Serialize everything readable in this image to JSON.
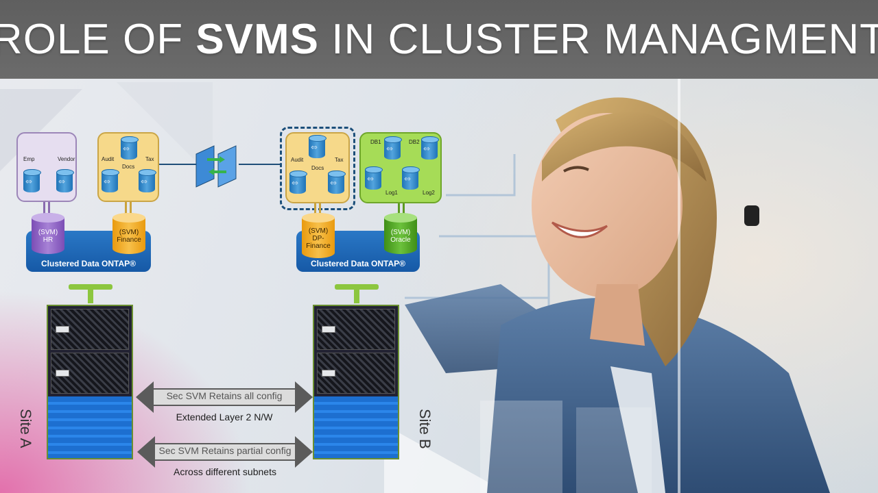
{
  "title": {
    "part1": "ROLE OF ",
    "bold": "SVMS",
    "part2": " IN CLUSTER MANAGMENT"
  },
  "site_a": {
    "site_label": "Site A",
    "cluster_label": "Clustered Data ONTAP®",
    "group_hr": {
      "labels": [
        "Emp",
        "Vendor"
      ]
    },
    "group_finance": {
      "labels": [
        "Audit",
        "Docs",
        "Tax"
      ]
    },
    "svm_hr": {
      "line1": "(SVM)",
      "line2": "HR"
    },
    "svm_finance": {
      "line1": "(SVM)",
      "line2": "Finance"
    }
  },
  "site_b": {
    "site_label": "Site B",
    "cluster_label": "Clustered Data ONTAP®",
    "group_dp": {
      "labels": [
        "Audit",
        "Docs",
        "Tax"
      ]
    },
    "group_oracle": {
      "labels": [
        "DB1",
        "DB2",
        "Log1",
        "Log2"
      ]
    },
    "svm_dp": {
      "line1": "(SVM)",
      "line2": "DP-",
      "line3": "Finance"
    },
    "svm_oracle": {
      "line1": "(SVM)",
      "line2": "Oracle"
    }
  },
  "links": [
    {
      "arrow_text": "Sec SVM Retains all config",
      "caption": "Extended Layer 2 N/W"
    },
    {
      "arrow_text": "Sec SVM Retains partial config",
      "caption": "Across different subnets"
    }
  ],
  "colors": {
    "title_bar": "#666666",
    "cluster_blue": "#1a62ad",
    "svm_purple": "#8e63c7",
    "svm_orange": "#f0a722",
    "svm_green": "#52a826",
    "arrow_gray": "#555555"
  }
}
